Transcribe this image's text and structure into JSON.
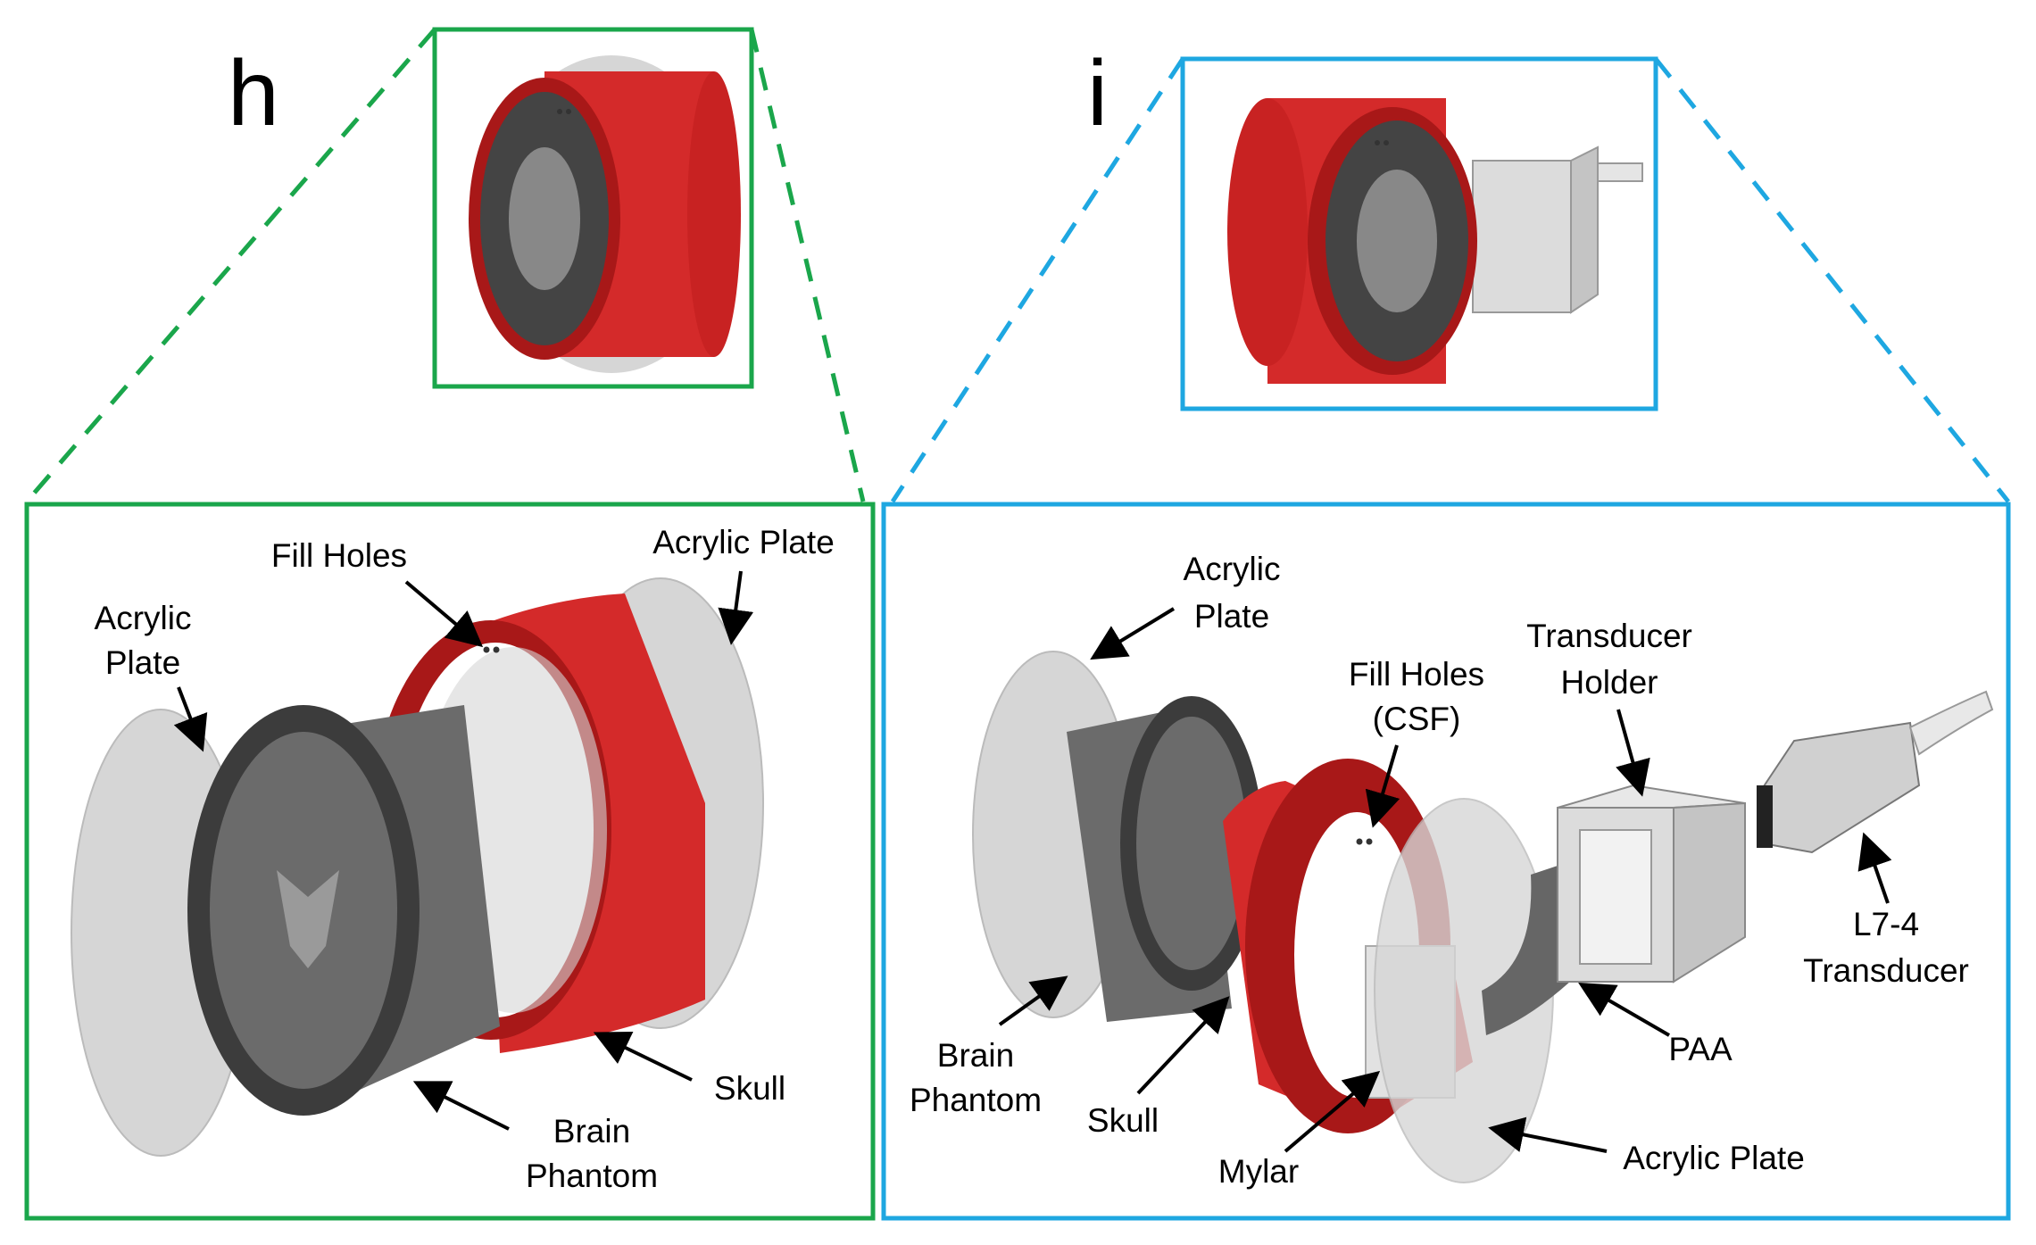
{
  "panels": {
    "h": {
      "letter": "h",
      "labels": {
        "fill_holes": "Fill Holes",
        "acrylic_plate_top": "Acrylic Plate",
        "acrylic_left_1": "Acrylic",
        "acrylic_left_2": "Plate",
        "skull": "Skull",
        "brain_1": "Brain",
        "brain_2": "Phantom"
      },
      "accent_color": "#1aa64b"
    },
    "i": {
      "letter": "i",
      "labels": {
        "acrylic_1": "Acrylic",
        "acrylic_2": "Plate",
        "fill_holes_1": "Fill Holes",
        "fill_holes_2": "(CSF)",
        "holder_1": "Transducer",
        "holder_2": "Holder",
        "l74_1": "L7-4",
        "l74_2": "Transducer",
        "paa": "PAA",
        "brain_1": "Brain",
        "brain_2": "Phantom",
        "skull": "Skull",
        "mylar": "Mylar",
        "acrylic_bottom": "Acrylic Plate"
      },
      "accent_color": "#1ea7e1"
    }
  },
  "colors": {
    "skull": "#d42a2a",
    "skull_dark": "#a81818",
    "brain": "#6b6b6b",
    "brain_dark": "#3c3c3c",
    "acrylic": "#d6d6d6",
    "holder": "#dcdcdc"
  }
}
